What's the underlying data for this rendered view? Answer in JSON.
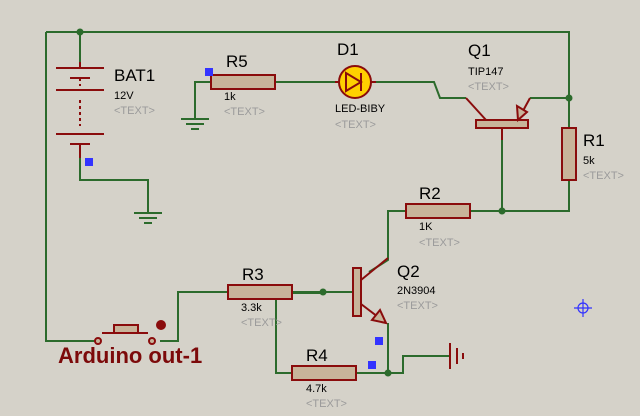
{
  "components": {
    "bat1": {
      "ref": "BAT1",
      "value": "12V",
      "text": "<TEXT>"
    },
    "r5": {
      "ref": "R5",
      "value": "1k",
      "text": "<TEXT>"
    },
    "d1": {
      "ref": "D1",
      "value": "LED-BIBY",
      "text": "<TEXT>"
    },
    "q1": {
      "ref": "Q1",
      "value": "TIP147",
      "text": "<TEXT>"
    },
    "r1": {
      "ref": "R1",
      "value": "5k",
      "text": "<TEXT>"
    },
    "r2": {
      "ref": "R2",
      "value": "1K",
      "text": "<TEXT>"
    },
    "q2": {
      "ref": "Q2",
      "value": "2N3904",
      "text": "<TEXT>"
    },
    "r3": {
      "ref": "R3",
      "value": "3.3k",
      "text": "<TEXT>"
    },
    "r4": {
      "ref": "R4",
      "value": "4.7k",
      "text": "<TEXT>"
    }
  },
  "input_label": "Arduino out-1",
  "colors": {
    "background": "#d5d2c9",
    "wire": "#2c6b2c",
    "component": "#8a0c0c",
    "resistor_fill": "#c8b49a",
    "led_fill": "#ffd000",
    "marker": "#3333ff",
    "placeholder_text": "#9b9b9b"
  }
}
